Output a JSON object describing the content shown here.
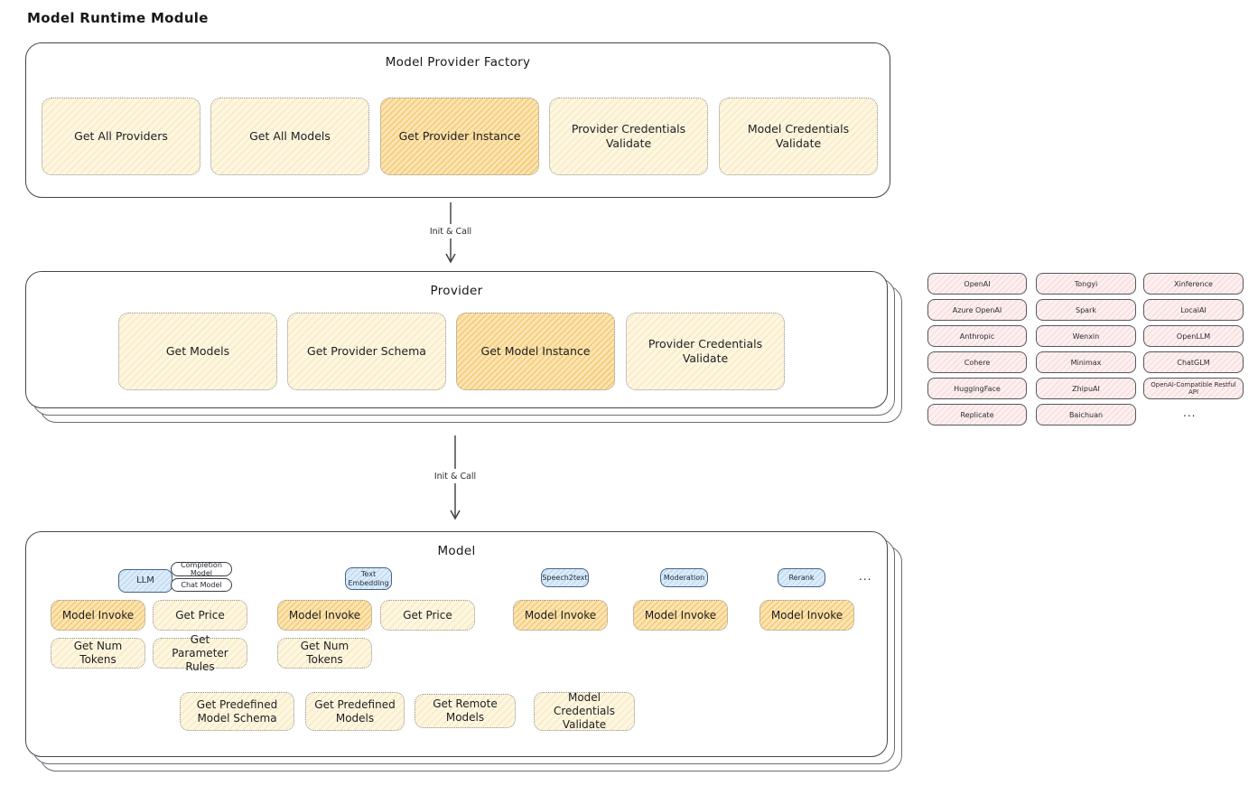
{
  "diagram_title": "Model Runtime Module",
  "connection": {
    "label": "Init & Call"
  },
  "factory": {
    "title": "Model Provider Factory",
    "buttons": [
      {
        "label": "Get All Providers"
      },
      {
        "label": "Get All Models"
      },
      {
        "label": "Get Provider Instance",
        "highlighted": true
      },
      {
        "label": "Provider Credentials Validate"
      },
      {
        "label": "Model Credentials Validate"
      }
    ]
  },
  "provider_box": {
    "title": "Provider",
    "buttons": [
      {
        "label": "Get Models"
      },
      {
        "label": "Get Provider Schema"
      },
      {
        "label": "Get Model Instance",
        "highlighted": true
      },
      {
        "label": "Provider Credentials Validate"
      }
    ]
  },
  "providers": {
    "items": [
      "OpenAI",
      "Tongyi",
      "Xinference",
      "Azure OpenAI",
      "Spark",
      "LocalAI",
      "Anthropic",
      "Wenxin",
      "OpenLLM",
      "Cohere",
      "Minimax",
      "ChatGLM",
      "HuggingFace",
      "ZhipuAI",
      "OpenAI-Compatible Restful API",
      "Replicate",
      "Baichuan"
    ],
    "more": "..."
  },
  "model_box": {
    "title": "Model",
    "tags": {
      "llm": "LLM",
      "completion": "Completion Model",
      "chat": "Chat Model",
      "embedding": "Text Embedding",
      "speech2text": "Speech2text",
      "moderation": "Moderation",
      "rerank": "Rerank",
      "more": "..."
    },
    "llm": {
      "invoke": "Model Invoke",
      "price": "Get Price",
      "tokens": "Get Num Tokens",
      "params": "Get Parameter Rules"
    },
    "embedding": {
      "invoke": "Model Invoke",
      "price": "Get Price",
      "tokens": "Get Num Tokens"
    },
    "speech2text": {
      "invoke": "Model Invoke"
    },
    "moderation": {
      "invoke": "Model Invoke"
    },
    "rerank": {
      "invoke": "Model Invoke"
    },
    "shared": {
      "schema": "Get Predefined Model Schema",
      "predefined": "Get Predefined Models",
      "remote": "Get Remote Models",
      "validate": "Model Credentials Validate"
    }
  },
  "colors": {
    "yellow_fill": "#fdf7e2",
    "orange_fill": "#fbe6b2",
    "pink_fill": "#fdf0f0",
    "blue_fill": "#dcecf9",
    "border_dark": "#43464b"
  }
}
